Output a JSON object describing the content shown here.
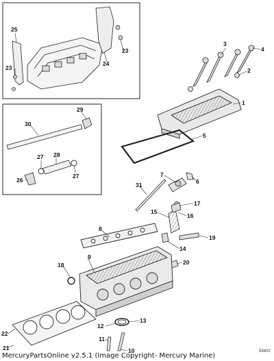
{
  "diagram": {
    "footer": "MercuryPartsOnline v2.5.1 (Image Copyright- Mercury Marine)",
    "code": "59402",
    "callouts": [
      "1",
      "2",
      "3",
      "4",
      "5",
      "6",
      "7",
      "8",
      "9",
      "10",
      "11",
      "12",
      "13",
      "14",
      "15",
      "16",
      "17",
      "18",
      "19",
      "20",
      "21",
      "22",
      "23",
      "24",
      "25",
      "26",
      "27",
      "28",
      "29",
      "30",
      "31"
    ]
  }
}
